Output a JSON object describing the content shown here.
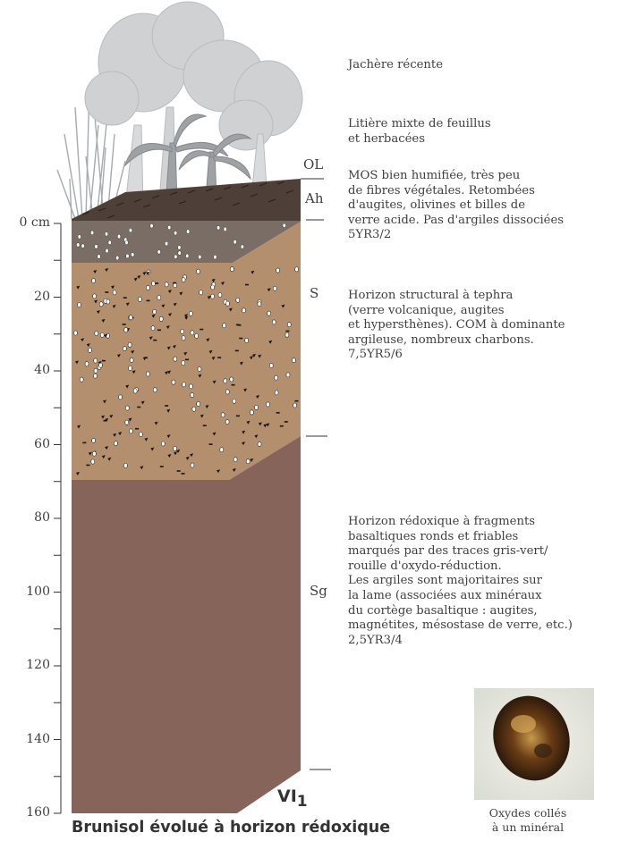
{
  "title": "Brunisol évolué à horizon rédoxique",
  "profile_code": "VI",
  "profile_code_sub": "1",
  "depth_axis": {
    "unit_label": "0 cm",
    "ticks": [
      {
        "value": 20,
        "label": "20"
      },
      {
        "value": 40,
        "label": "40"
      },
      {
        "value": 60,
        "label": "60"
      },
      {
        "value": 80,
        "label": "80"
      },
      {
        "value": 100,
        "label": "100"
      },
      {
        "value": 120,
        "label": "120"
      },
      {
        "value": 140,
        "label": "140"
      },
      {
        "value": 160,
        "label": "160"
      }
    ],
    "max_depth": 160
  },
  "horizons": {
    "ol": "OL",
    "ah": "Ah",
    "s": "S",
    "sg": "Sg"
  },
  "descriptions": {
    "jachere": "Jachère récente",
    "litiere": "Litière mixte de feuillus\net herbacées",
    "ah": "MOS bien humifiée, très peu\nde fibres végétales. Retombées\nd'augites, olivines et billes de\nverre acide. Pas d'argiles dissociées\n5YR3/2",
    "s": "Horizon structural à tephra\n(verre volcanique, augites\net hypersthènes). COM à dominante\nargileuse, nombreux charbons.\n7,5YR5/6",
    "sg": "Horizon rédoxique à fragments\nbasaltiques ronds et friables\nmarqués par des traces gris-vert/\nrouille d'oxydo-réduction.\nLes argiles sont majoritaires sur\nla lame (associées aux minéraux\ndu cortège basaltique : augites,\nmagnétites, mésostase de verre, etc.)\n2,5YR3/4"
  },
  "photo_caption": "Oxydes collés\nà un minéral",
  "colors": {
    "ah": "#7a6d65",
    "s": "#b38f6e",
    "sg": "#876459",
    "litter": "#4e4038",
    "tree": "#c9cbcc"
  }
}
